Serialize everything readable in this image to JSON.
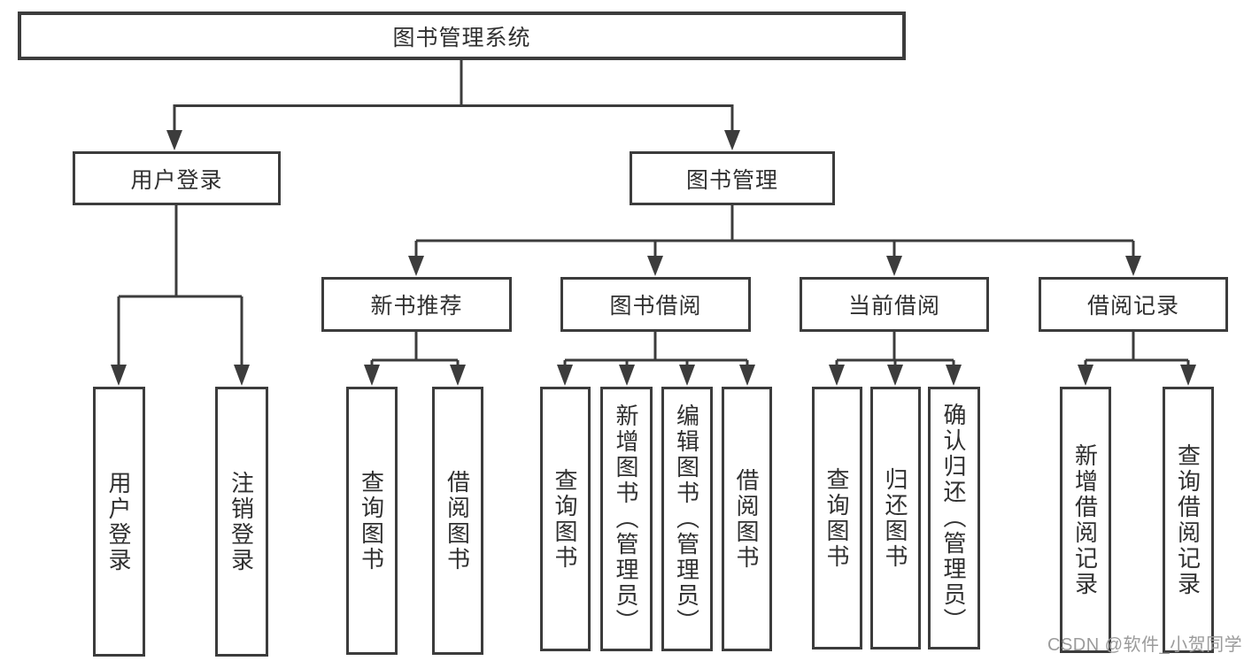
{
  "diagram_title": "图书管理系统",
  "tree": {
    "root": {
      "label": "图书管理系统"
    },
    "branches": [
      {
        "label": "用户登录",
        "leaves": [
          "用户登录",
          "注销登录"
        ]
      },
      {
        "label": "图书管理",
        "sections": [
          {
            "label": "新书推荐",
            "leaves": [
              "查询图书",
              "借阅图书"
            ]
          },
          {
            "label": "图书借阅",
            "leaves": [
              "查询图书",
              "新增图书（管理员）",
              "编辑图书（管理员）",
              "借阅图书"
            ]
          },
          {
            "label": "当前借阅",
            "leaves": [
              "查询图书",
              "归还图书",
              "确认归还（管理员）"
            ]
          },
          {
            "label": "借阅记录",
            "leaves": [
              "新增借阅记录",
              "查询借阅记录"
            ]
          }
        ]
      }
    ]
  },
  "watermark": {
    "text": "CSDN @软件_小贺同学"
  },
  "colors": {
    "line": "#3c3c3c",
    "text": "#303030",
    "background": "#ffffff",
    "watermark": "#9b9b9b"
  }
}
